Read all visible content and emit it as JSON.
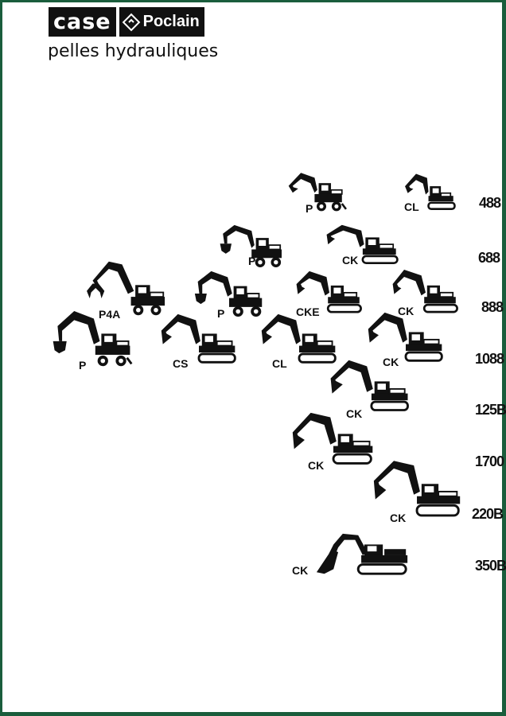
{
  "header": {
    "brand_case": "case",
    "brand_poclain": "Poclain",
    "subtitle": "pelles hydrauliques"
  },
  "rows": [
    {
      "model": "488",
      "machines": [
        {
          "label": "P",
          "variant": "wheel"
        },
        {
          "label": "CL",
          "variant": "track"
        }
      ]
    },
    {
      "model": "688",
      "machines": [
        {
          "label": "P",
          "variant": "wheel-clam"
        },
        {
          "label": "CK",
          "variant": "track"
        }
      ]
    },
    {
      "model": "888",
      "machines": [
        {
          "label": "P4A",
          "variant": "wheel-grapple"
        },
        {
          "label": "P",
          "variant": "wheel-clam"
        },
        {
          "label": "CKE",
          "variant": "track"
        },
        {
          "label": "CK",
          "variant": "track"
        }
      ]
    },
    {
      "model": "1088",
      "machines": [
        {
          "label": "P",
          "variant": "wheel-clam"
        },
        {
          "label": "CS",
          "variant": "track"
        },
        {
          "label": "CL",
          "variant": "track"
        },
        {
          "label": "CK",
          "variant": "track"
        }
      ]
    },
    {
      "model": "125B",
      "machines": [
        {
          "label": "CK",
          "variant": "track"
        }
      ]
    },
    {
      "model": "1700",
      "machines": [
        {
          "label": "CK",
          "variant": "track"
        }
      ]
    },
    {
      "model": "220B",
      "machines": [
        {
          "label": "CK",
          "variant": "track"
        }
      ]
    },
    {
      "model": "350B",
      "machines": [
        {
          "label": "CK",
          "variant": "shovel"
        }
      ]
    }
  ]
}
